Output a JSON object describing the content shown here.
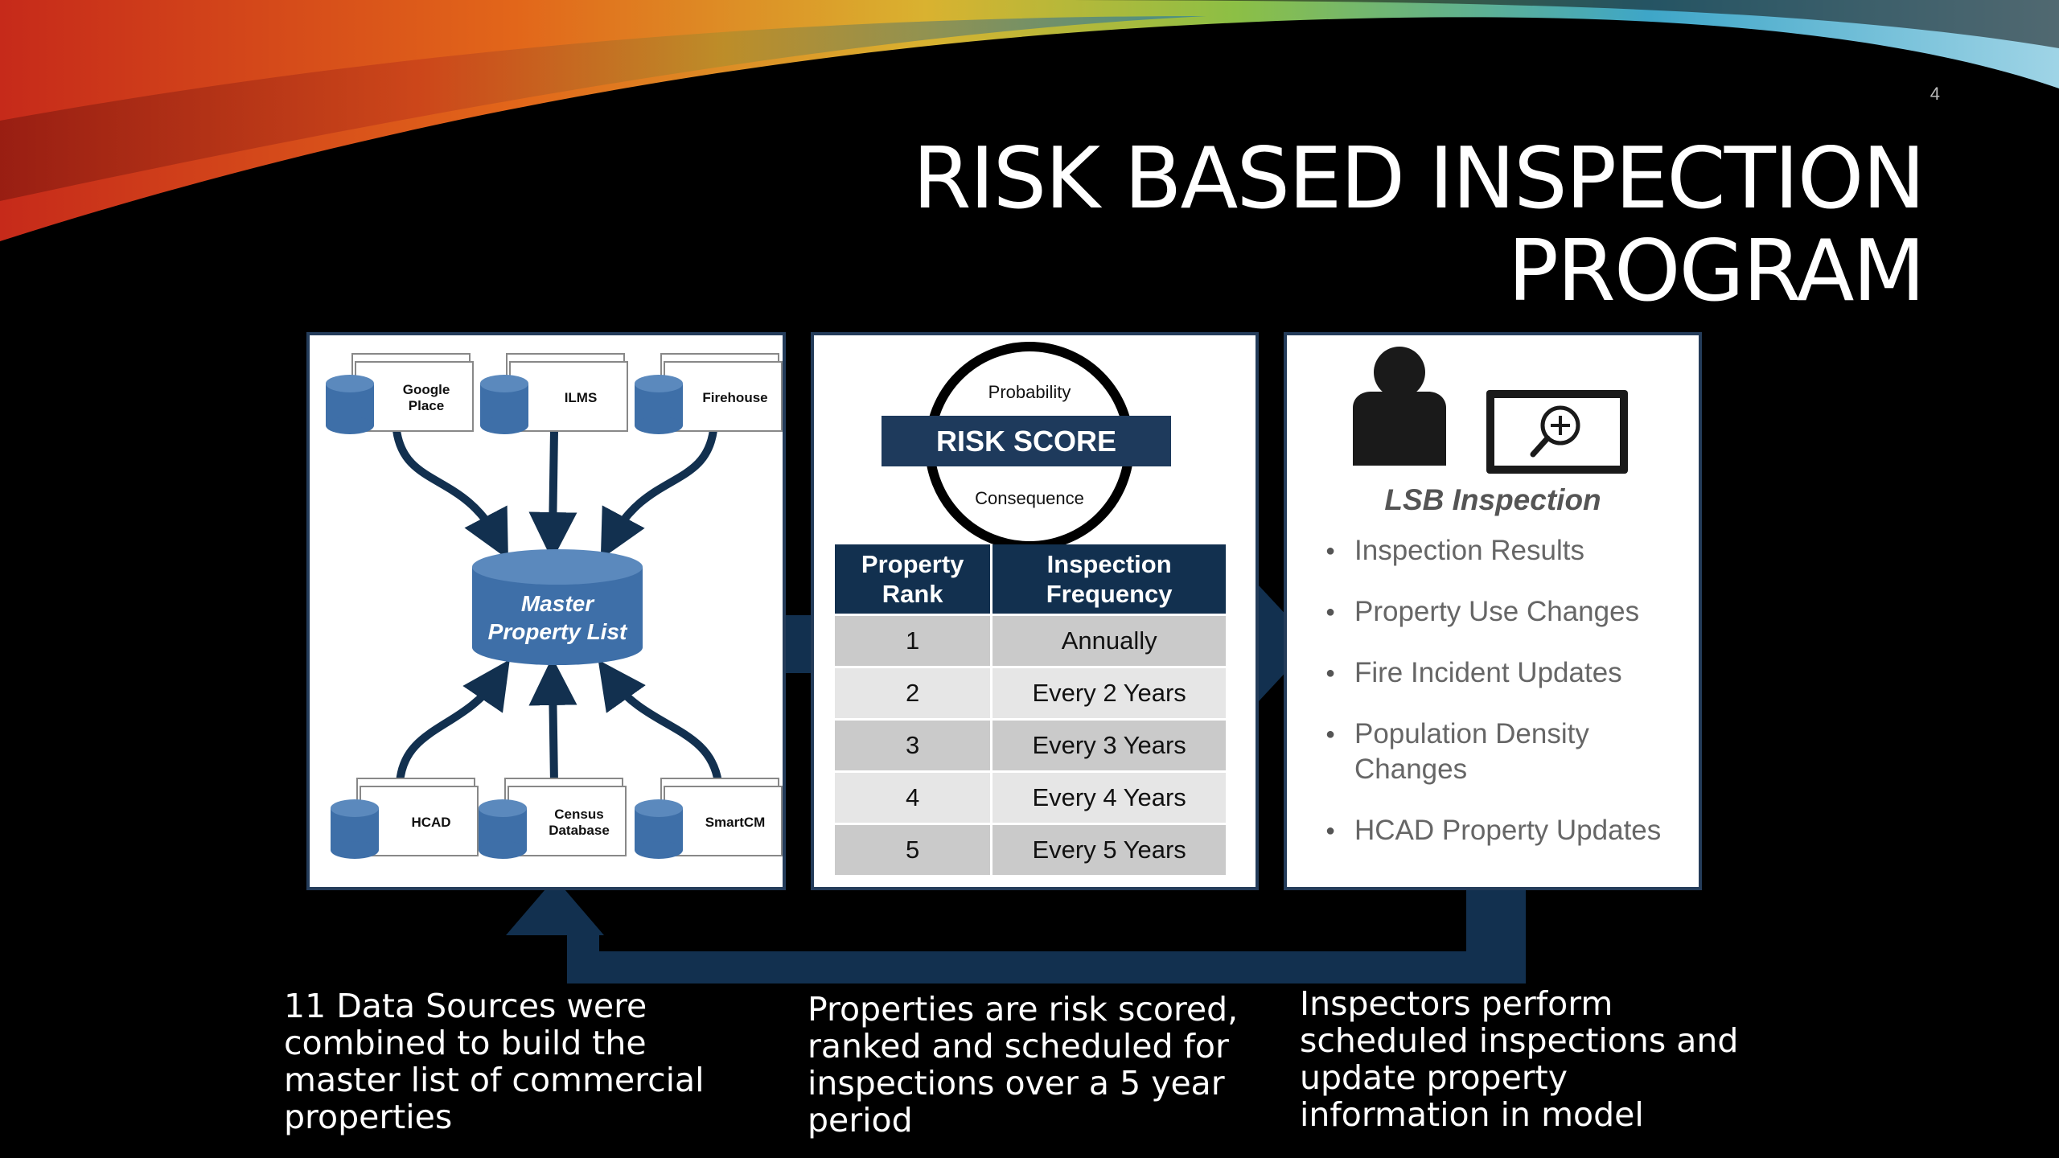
{
  "slide": {
    "number": "4",
    "title_line1": "RISK BASED INSPECTION",
    "title_line2": "PROGRAM"
  },
  "sources": {
    "top": [
      {
        "label_line1": "Google",
        "label_line2": "Place"
      },
      {
        "label_line1": "ILMS",
        "label_line2": ""
      },
      {
        "label_line1": "Firehouse",
        "label_line2": ""
      }
    ],
    "bottom": [
      {
        "label_line1": "HCAD",
        "label_line2": ""
      },
      {
        "label_line1": "Census",
        "label_line2": "Database"
      },
      {
        "label_line1": "SmartCM",
        "label_line2": ""
      }
    ],
    "master_line1": "Master",
    "master_line2": "Property List"
  },
  "risk": {
    "top": "Probability",
    "banner": "RISK SCORE",
    "bottom": "Consequence"
  },
  "table": {
    "headers": [
      {
        "line1": "Property",
        "line2": "Rank"
      },
      {
        "line1": "Inspection",
        "line2": "Frequency"
      }
    ],
    "rows": [
      {
        "rank": "1",
        "frequency": "Annually"
      },
      {
        "rank": "2",
        "frequency": "Every 2 Years"
      },
      {
        "rank": "3",
        "frequency": "Every 3 Years"
      },
      {
        "rank": "4",
        "frequency": "Every 4 Years"
      },
      {
        "rank": "5",
        "frequency": "Every 5 Years"
      }
    ]
  },
  "inspection": {
    "title": "LSB Inspection",
    "bullets": [
      "Inspection Results",
      "Property Use Changes",
      "Fire Incident Updates",
      "Population Density Changes",
      "HCAD Property Updates"
    ],
    "icons": [
      "inspector-person-icon",
      "tablet-magnifier-icon"
    ]
  },
  "captions": {
    "left": "11 Data Sources were combined to build the master list of commercial properties",
    "middle": "Properties are risk scored, ranked and scheduled for inspections over a 5 year period",
    "right": "Inspectors perform scheduled inspections and update property information in model"
  },
  "colors": {
    "navy": "#12304f",
    "cylinder": "#3e6fa8",
    "panel_border": "#243c5a"
  }
}
